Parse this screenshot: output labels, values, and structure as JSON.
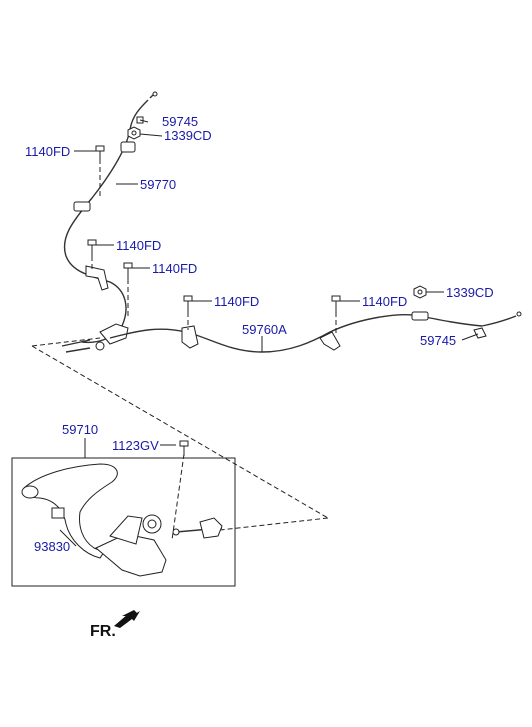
{
  "labels": {
    "p59745_top": "59745",
    "p1339cd_top": "1339CD",
    "p1140fd_a": "1140FD",
    "p59770": "59770",
    "p1140fd_b": "1140FD",
    "p1140fd_c": "1140FD",
    "p1140fd_d": "1140FD",
    "p1140fd_e": "1140FD",
    "p1339cd_right": "1339CD",
    "p59760a": "59760A",
    "p59745_right": "59745",
    "p59710": "59710",
    "p1123gv": "1123GV",
    "p93830": "93830",
    "front": "FR."
  }
}
